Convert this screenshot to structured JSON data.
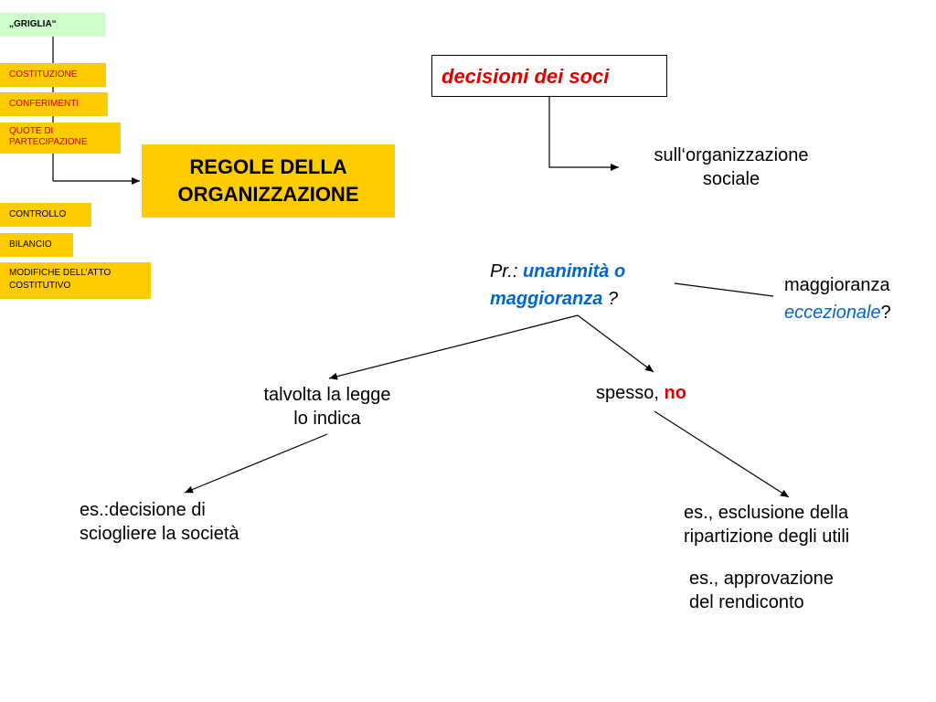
{
  "sidebar": {
    "griglia": "„GRIGLIA“",
    "costituzione": "COSTITUZIONE",
    "conferimenti": "CONFERIMENTI",
    "quote_line1": "QUOTE DI",
    "quote_line2": "PARTECIPAZIONE",
    "controllo": "CONTROLLO",
    "bilancio": "BILANCIO",
    "modifiche_line1": "MODIFICHE DELL’ATTO",
    "modifiche_line2": "COSTITUTIVO"
  },
  "regole": {
    "line1": "REGOLE DELLA",
    "line2": "ORGANIZZAZIONE"
  },
  "decisioni": "decisioni dei soci",
  "organizzazione": {
    "line1": "sull‘organizzazione",
    "line2": "sociale"
  },
  "question": {
    "prefix": "Pr.: ",
    "line1_blue": "unanimità o",
    "line2_blue": "maggioranza",
    "suffix": " ?"
  },
  "maggioranza": {
    "line1": "maggioranza",
    "italic": "eccezionale",
    "suffix": "?"
  },
  "talvolta": {
    "line1": "talvolta la legge",
    "line2": "lo indica"
  },
  "spesso": {
    "prefix": "spesso, ",
    "no": "no"
  },
  "es_sciogliere": {
    "line1": "es.:decisione di",
    "line2": "sciogliere la società"
  },
  "es_esclusione": {
    "line1": "es., esclusione della",
    "line2": "ripartizione degli utili"
  },
  "es_approvazione": {
    "line1": "es., approvazione",
    "line2": "del rendiconto"
  },
  "colors": {
    "yellow": "#ffcc00",
    "green": "#ccffcc",
    "red": "#e00000",
    "blue": "#0066cc"
  }
}
